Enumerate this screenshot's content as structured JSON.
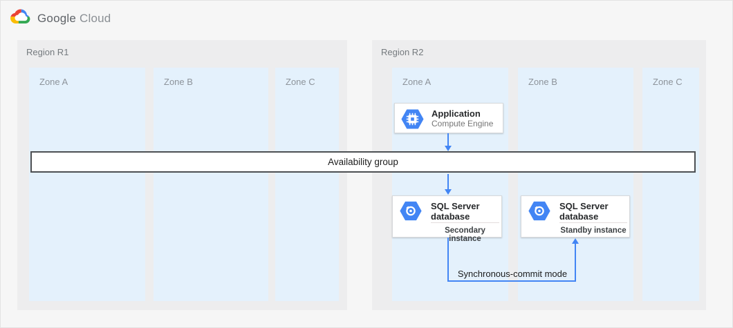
{
  "brand": {
    "primary": "Google",
    "secondary": "Cloud",
    "logo_icon": "google-cloud-logo"
  },
  "regions": [
    {
      "label": "Region R1",
      "zones": [
        {
          "label": "Zone A"
        },
        {
          "label": "Zone B"
        },
        {
          "label": "Zone C"
        }
      ]
    },
    {
      "label": "Region R2",
      "zones": [
        {
          "label": "Zone A"
        },
        {
          "label": "Zone B"
        },
        {
          "label": "Zone C"
        }
      ]
    }
  ],
  "availability_group": {
    "label": "Availability group"
  },
  "nodes": {
    "application": {
      "title": "Application",
      "subtitle": "Compute Engine",
      "icon": "compute-engine-hexagon"
    },
    "sql_secondary": {
      "title": "SQL Server database",
      "role": "Secondary instance",
      "icon": "cloud-sql-hexagon"
    },
    "sql_standby": {
      "title": "SQL Server database",
      "role": "Standby instance",
      "icon": "cloud-sql-hexagon"
    }
  },
  "connections": {
    "app_to_group": "arrow-down",
    "group_to_secondary": "arrow-down",
    "sync_commit_label": "Synchronous-commit mode"
  },
  "colors": {
    "accent_blue": "#4285f4",
    "zone_fill": "#e4f1fc",
    "region_fill": "#ededee",
    "page_background": "#f6f6f6",
    "band_border": "#4c4f52",
    "logo_red": "#ea4335",
    "logo_yellow": "#fbbc04",
    "logo_green": "#34a853"
  }
}
